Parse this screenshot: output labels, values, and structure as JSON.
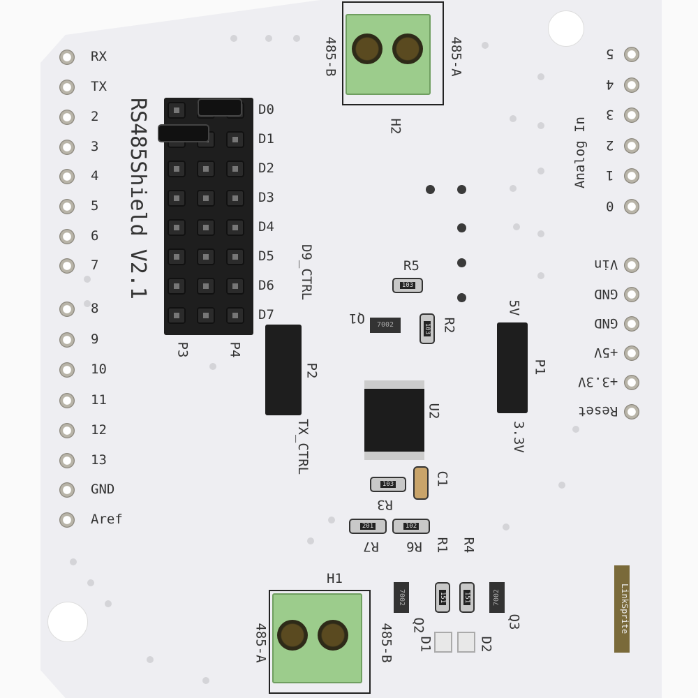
{
  "board_title": "RS485Shield V2.1",
  "left_header": [
    "RX",
    "TX",
    "2",
    "3",
    "4",
    "5",
    "6",
    "7",
    "8",
    "9",
    "10",
    "11",
    "12",
    "13",
    "GND",
    "Aref"
  ],
  "analog_header": {
    "title": "Analog In",
    "pins": [
      "5",
      "4",
      "3",
      "2",
      "1",
      "0"
    ]
  },
  "power_header": [
    "Vin",
    "GND",
    "GND",
    "+5V",
    "+3.3V",
    "Reset"
  ],
  "jumper_rows": [
    "D0",
    "D1",
    "D2",
    "D3",
    "D4",
    "D5",
    "D6",
    "D7"
  ],
  "labels": {
    "p3": "P3",
    "p4": "P4",
    "p2": "P2",
    "p1": "P1",
    "d9_ctrl": "D9_CTRL",
    "tx_ctrl": "TX_CTRL",
    "p1_5v": "5V",
    "p1_33v": "3.3V",
    "h2": "H2",
    "h1": "H1",
    "h2_b": "485-B",
    "h2_a": "485-A",
    "h1_a": "485-A",
    "h1_b": "485-B",
    "r5": "R5",
    "r2": "R2",
    "q1": "Q1",
    "u2": "U2",
    "c1": "C1",
    "r3": "R3",
    "r7": "R7",
    "r6": "R6",
    "r1": "R1",
    "r4": "R4",
    "q2": "Q2",
    "q3": "Q3",
    "d1": "D1",
    "d2": "D2"
  },
  "markings": {
    "r5": "103",
    "r2": "103",
    "q1": "7002",
    "r3": "103",
    "r7": "201",
    "r6": "102",
    "q2": "7002",
    "q3": "7002",
    "r1": "151",
    "r4": "151"
  },
  "brand": "LinkSprite"
}
